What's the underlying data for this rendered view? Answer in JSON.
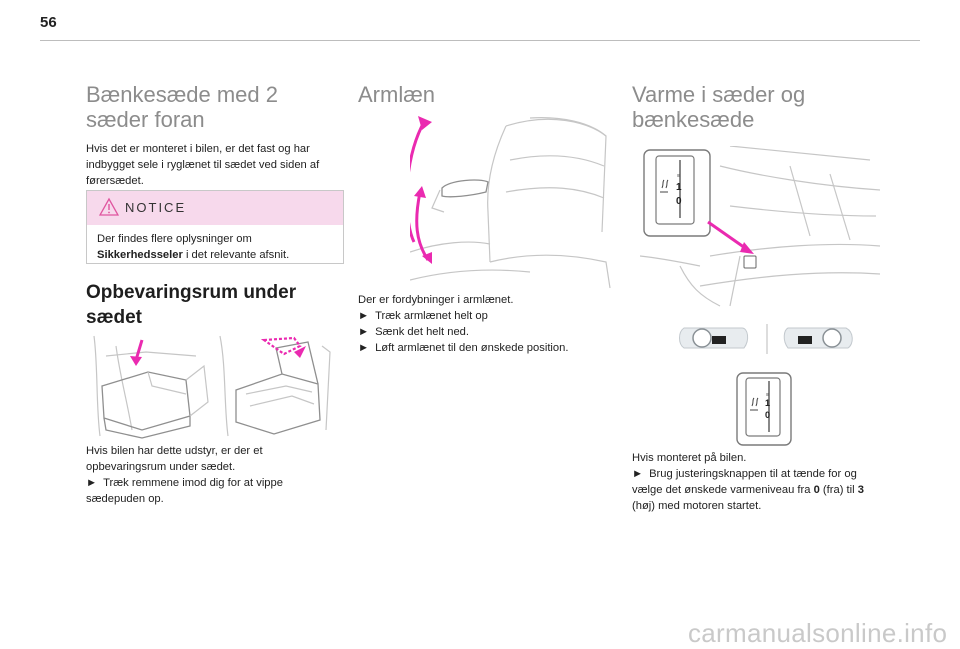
{
  "page_number": "56",
  "col1": {
    "title_lines": [
      "Bænkesæde med 2",
      "sæder foran"
    ],
    "intro_lines": [
      "Hvis det er monteret i bilen, er det fast og har",
      "indbygget sele i ryglænet til sædet ved siden af",
      "førersædet."
    ],
    "notice": {
      "title": "NOTICE",
      "line1": "Der findes flere oplysninger om",
      "line2_bold": "Sikkerhedsseler",
      "line2_rest": " i det relevante afsnit."
    },
    "section_title_lines": [
      "Opbevaringsrum under",
      "sædet"
    ],
    "body_lines": [
      "Hvis bilen har dette udstyr, er der et",
      "opbevaringsrum under sædet."
    ],
    "bullets": [
      {
        "symbol": "►",
        "lines": [
          "Træk remmene imod dig for at vippe",
          "sædepuden op."
        ]
      }
    ]
  },
  "col2": {
    "title": "Armlæn",
    "body": "Der er fordybninger i armlænet.",
    "bullets": [
      {
        "symbol": "►",
        "text": "Træk armlænet helt op"
      },
      {
        "symbol": "►",
        "text": "Sænk det helt ned."
      },
      {
        "symbol": "►",
        "text": "Løft armlænet til den ønskede position."
      }
    ]
  },
  "col3": {
    "title_lines": [
      "Varme i sæder og",
      "bænkesæde"
    ],
    "body": "Hvis monteret på bilen.",
    "bullet_symbol": "►",
    "bullet_line1": "Brug justeringsknappen til at tænde for og",
    "bullet_line2_a": "vælge det ønskede varmeniveau fra ",
    "bullet_line2_b": "0",
    "bullet_line2_c": " (fra) til ",
    "bullet_line2_d": "3",
    "bullet_line3": "(høj) med motoren startet."
  },
  "switch_labels": {
    "one": "1",
    "zero": "0"
  },
  "footer_watermark": "carmanualsonline.info",
  "colors": {
    "accent_pink": "#ea2ab0",
    "notice_bg": "#f7d9ec",
    "heading_gray": "#8c8c8c"
  }
}
